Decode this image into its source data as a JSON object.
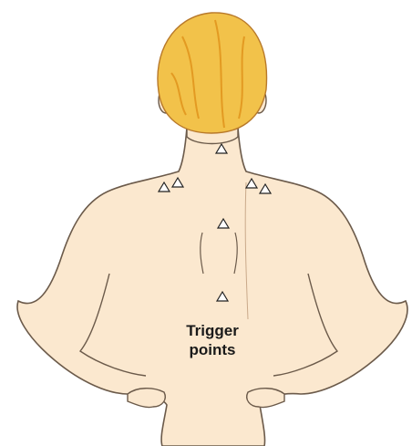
{
  "caption": {
    "line1": "Trigger",
    "line2": "points"
  },
  "markers": [
    {
      "label": "trigger-point-neck"
    },
    {
      "label": "trigger-point-left-shoulder-inner"
    },
    {
      "label": "trigger-point-left-shoulder-outer"
    },
    {
      "label": "trigger-point-right-shoulder-inner"
    },
    {
      "label": "trigger-point-right-shoulder-outer"
    },
    {
      "label": "trigger-point-upper-spine"
    },
    {
      "label": "trigger-point-lower-spine"
    }
  ],
  "colors": {
    "skin": "#fbe8cf",
    "outline": "#6b5a4a",
    "hair": "#f2c24a",
    "hair_shade": "#e39a22",
    "marker_fill": "#ffffff",
    "text": "#1a1a1a"
  }
}
